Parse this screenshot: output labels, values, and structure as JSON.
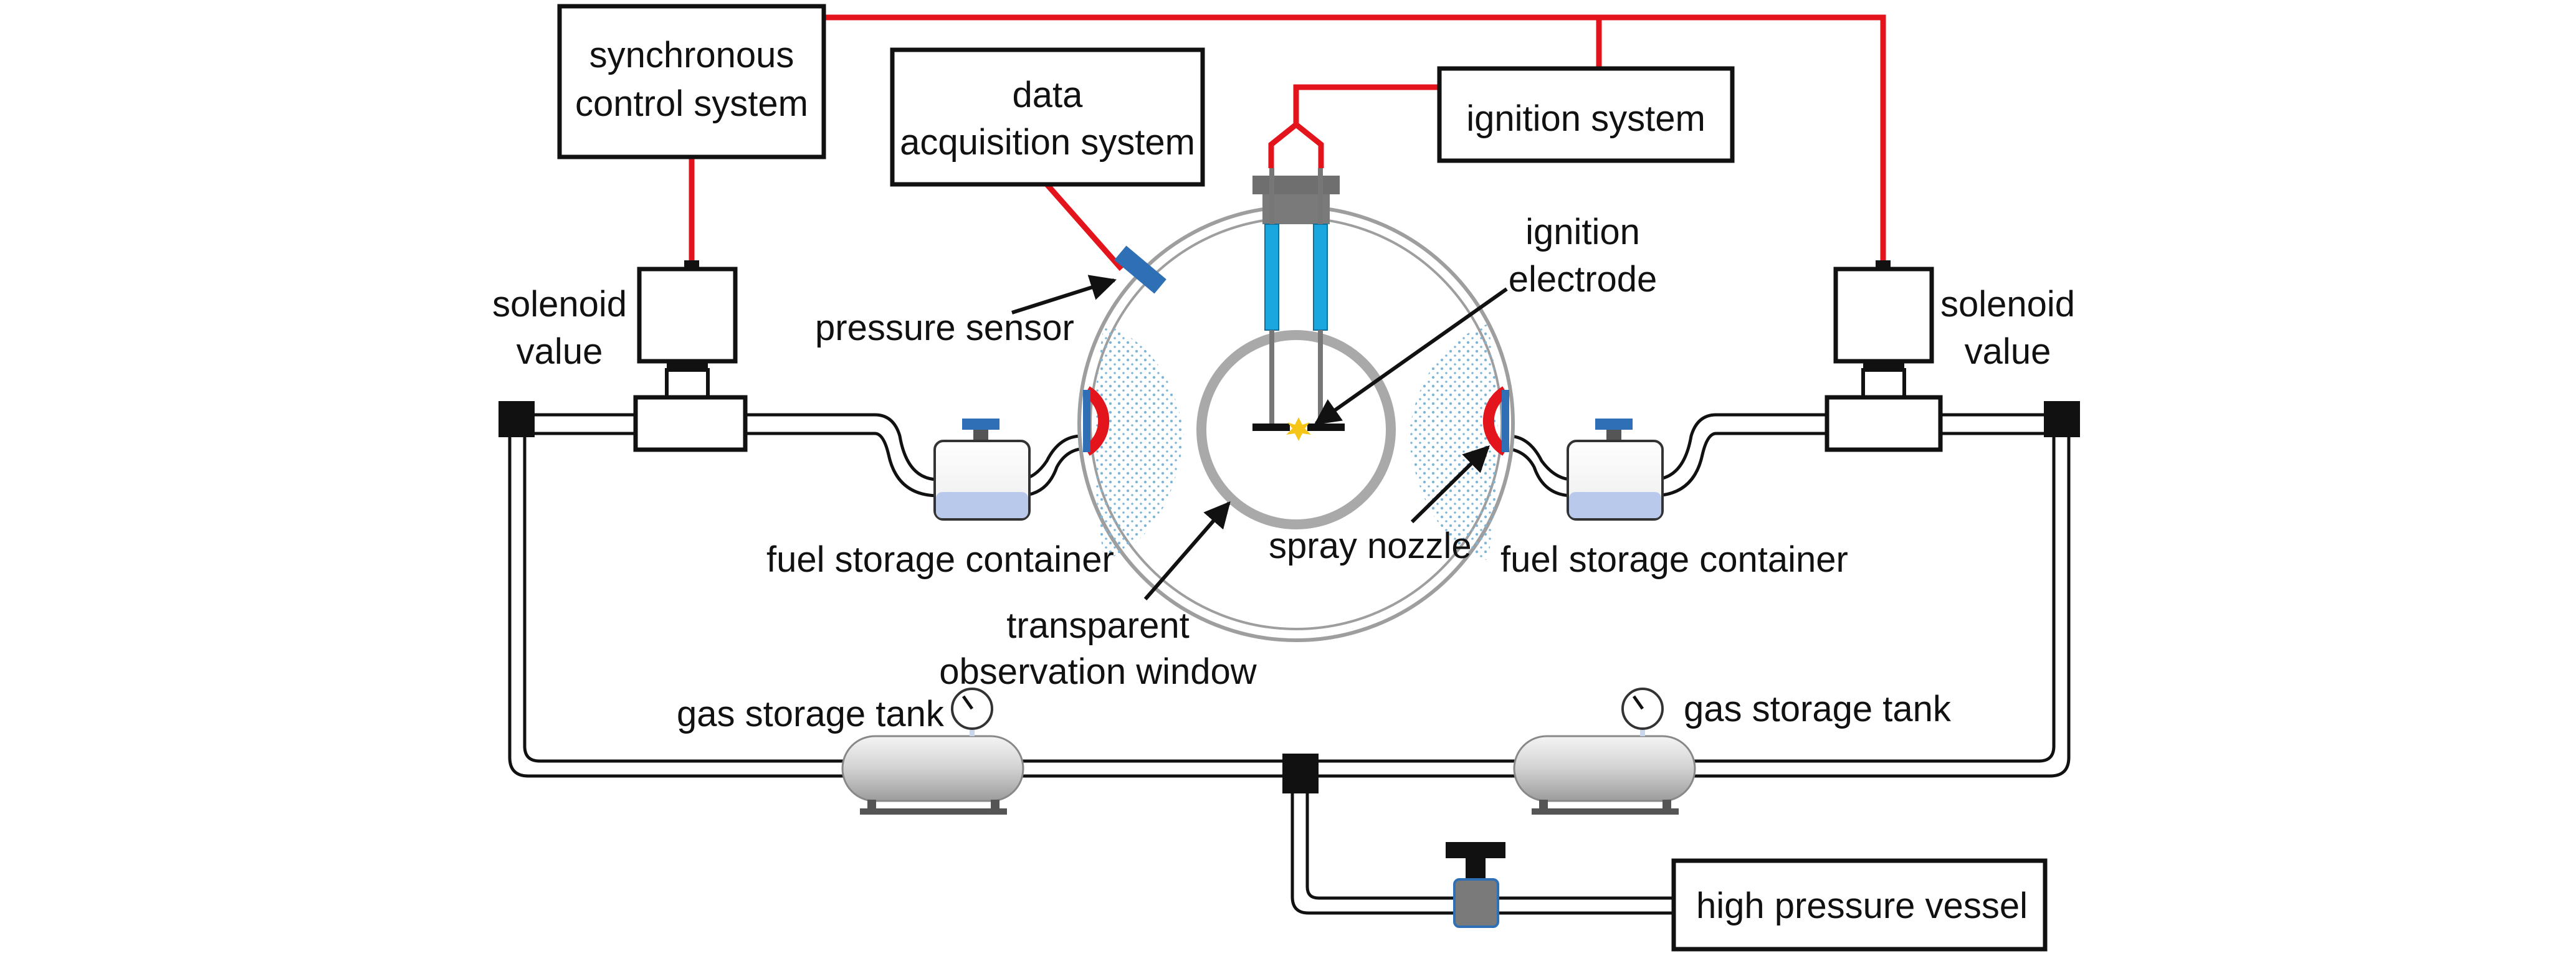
{
  "labels": {
    "sync_line1": "synchronous",
    "sync_line2": "control system",
    "daq_line1": "data",
    "daq_line2": "acquisition system",
    "ignition_system": "ignition system",
    "ignition_electrode_line1": "ignition",
    "ignition_electrode_line2": "electrode",
    "solenoid_left_line1": "solenoid",
    "solenoid_left_line2": "value",
    "solenoid_right_line1": "solenoid",
    "solenoid_right_line2": "value",
    "pressure_sensor": "pressure sensor",
    "fuel_left": "fuel storage container",
    "fuel_right": "fuel storage container",
    "spray_nozzle": "spray nozzle",
    "window_line1": "transparent",
    "window_line2": "observation window",
    "gas_left": "gas storage tank",
    "gas_right": "gas storage tank",
    "hp_vessel": "high pressure vessel"
  },
  "colors": {
    "signal_line": "#e3141b",
    "electrode": "#1aa7e0",
    "sensor": "#2f6fb5",
    "fuel_liquid": "#b9c9ec",
    "spray_dots": "#7fb6d8",
    "tank": "#cfcfcf",
    "chamber_ring": "#a9a9a9"
  }
}
